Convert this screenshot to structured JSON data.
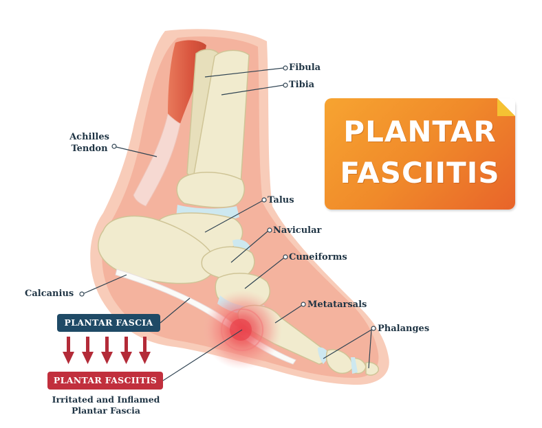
{
  "title": {
    "line1": "PLANTAR",
    "line2": "FASCIITIS"
  },
  "labels": {
    "fibula": "Fibula",
    "tibia": "Tibia",
    "achilles_line1": "Achilles",
    "achilles_line2": "Tendon",
    "talus": "Talus",
    "navicular": "Navicular",
    "cuneiforms": "Cuneiforms",
    "calcanius": "Calcanius",
    "metatarsals": "Metatarsals",
    "phalanges": "Phalanges"
  },
  "badges": {
    "plantar_fascia": "PLANTAR FASCIA",
    "plantar_fasciitis": "PLANTAR FASCIITIS"
  },
  "caption": {
    "line1": "Irritated and Inflamed",
    "line2": "Plantar Fascia"
  },
  "colors": {
    "skin": "#f6c2ad",
    "skin_inner": "#f3ab95",
    "bone": "#efe7c4",
    "bone_shadow": "#d8cfa3",
    "cartilage": "#cde8f0",
    "muscle": "#e0664a",
    "label_text": "#1f3444",
    "fascia_badge": "#1f4a66",
    "fasciitis_badge": "#c12f3d",
    "arrow": "#b32b38",
    "inflammation": "#e8404a",
    "title_gradient_start": "#f7a431",
    "title_gradient_end": "#e8642a",
    "title_fold": "#f5c233"
  }
}
